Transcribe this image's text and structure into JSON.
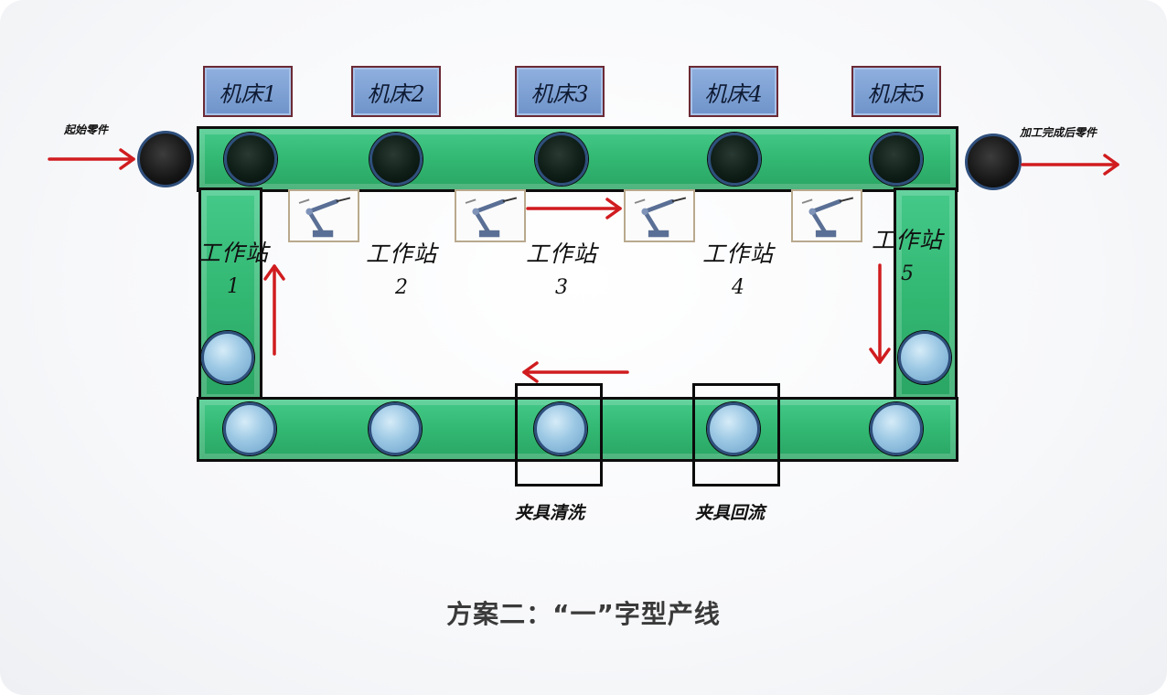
{
  "machines": [
    "机床1",
    "机床2",
    "机床3",
    "机床4",
    "机床5"
  ],
  "workstations": [
    {
      "name": "工作站",
      "num": "1"
    },
    {
      "name": "工作站",
      "num": "2"
    },
    {
      "name": "工作站",
      "num": "3"
    },
    {
      "name": "工作站",
      "num": "4"
    },
    {
      "name": "工作站",
      "num": "5"
    }
  ],
  "input_label": "起始零件",
  "output_label": "加工完成后零件",
  "fixture_labels": [
    "夹具清洗",
    "夹具回流"
  ],
  "title": "方案二：“一”字型产线",
  "colors": {
    "conveyor": "#34b874",
    "arrow": "#d01c1f",
    "machine": "#7b9fd4",
    "roller_light": "#9cc8e4",
    "roller_dark": "#0f1f18"
  },
  "icons": [
    "robot-arm-icon",
    "right-arrow-icon",
    "left-arrow-icon",
    "up-arrow-icon",
    "down-arrow-icon"
  ]
}
